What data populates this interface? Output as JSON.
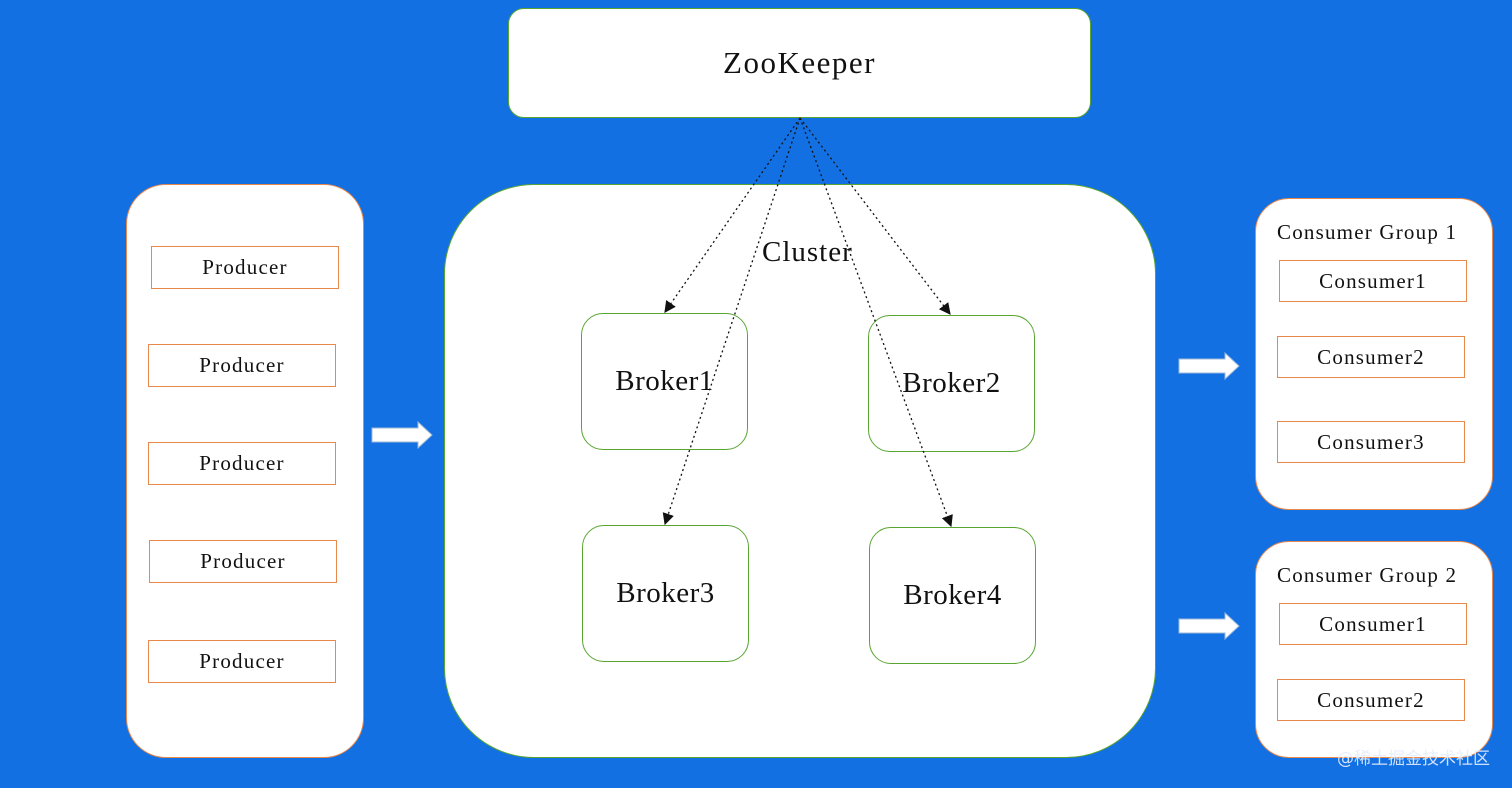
{
  "zookeeper": {
    "label": "ZooKeeper"
  },
  "producers": [
    {
      "label": "Producer"
    },
    {
      "label": "Producer"
    },
    {
      "label": "Producer"
    },
    {
      "label": "Producer"
    },
    {
      "label": "Producer"
    }
  ],
  "cluster": {
    "title": "Cluster",
    "brokers": [
      {
        "label": "Broker1"
      },
      {
        "label": "Broker2"
      },
      {
        "label": "Broker3"
      },
      {
        "label": "Broker4"
      }
    ]
  },
  "consumer_groups": [
    {
      "title": "Consumer Group 1",
      "consumers": [
        {
          "label": "Consumer1"
        },
        {
          "label": "Consumer2"
        },
        {
          "label": "Consumer3"
        }
      ]
    },
    {
      "title": "Consumer Group 2",
      "consumers": [
        {
          "label": "Consumer1"
        },
        {
          "label": "Consumer2"
        }
      ]
    }
  ],
  "watermark": "@稀土掘金技术社区",
  "colors": {
    "background": "#1270e3",
    "producer_border": "#e8884a",
    "broker_border": "#5aa532",
    "arrow": "#ffffff"
  }
}
